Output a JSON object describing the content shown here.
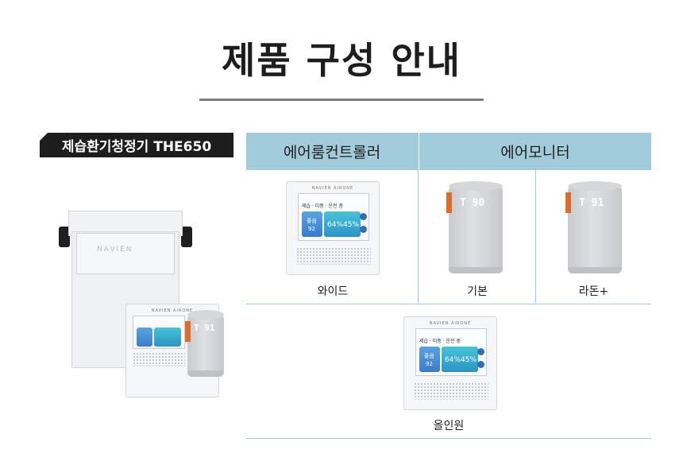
{
  "page_title": "제품 구성 안내",
  "product_badge": "제습환기청정기 THE650",
  "headers": {
    "controller": "에어룸컨트롤러",
    "monitor": "에어모니터"
  },
  "options": {
    "wide": "와이드",
    "basic": "기본",
    "radon": "라돈+",
    "allinone": "올인원"
  },
  "devices": {
    "brand": "NAVIEN AIRONE",
    "unit_brand": "NAVIEN",
    "mode_text": "제습 · 미풍 · 운전 중",
    "status_good": "좋음",
    "pm_value": "92",
    "humidity_value": "64%",
    "temp_value": "45%",
    "sensor_basic_display": "T  90",
    "sensor_radon_display": "T  91",
    "combo_display": "T  91"
  },
  "colors": {
    "header_bg": "#a2cbdb",
    "badge_bg": "#1d1d1d",
    "sensor_tag": "#e06a2a"
  },
  "icons": [
    "ventilator-unit-image",
    "controller-image",
    "air-monitor-image"
  ]
}
